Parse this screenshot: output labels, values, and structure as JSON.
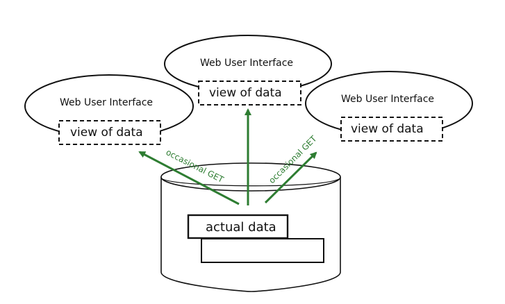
{
  "diagram": {
    "ui_left": {
      "title": "Web User Interface",
      "view": "view of data"
    },
    "ui_center": {
      "title": "Web User Interface",
      "view": "view of data"
    },
    "ui_right": {
      "title": "Web User Interface",
      "view": "view of data"
    },
    "store": {
      "label": "actual data"
    },
    "arrows": {
      "left_label": "occasional GET",
      "right_label": "occasional GET"
    },
    "colors": {
      "arrow": "#2e7d32",
      "stroke": "#111111",
      "background": "#ffffff"
    }
  }
}
